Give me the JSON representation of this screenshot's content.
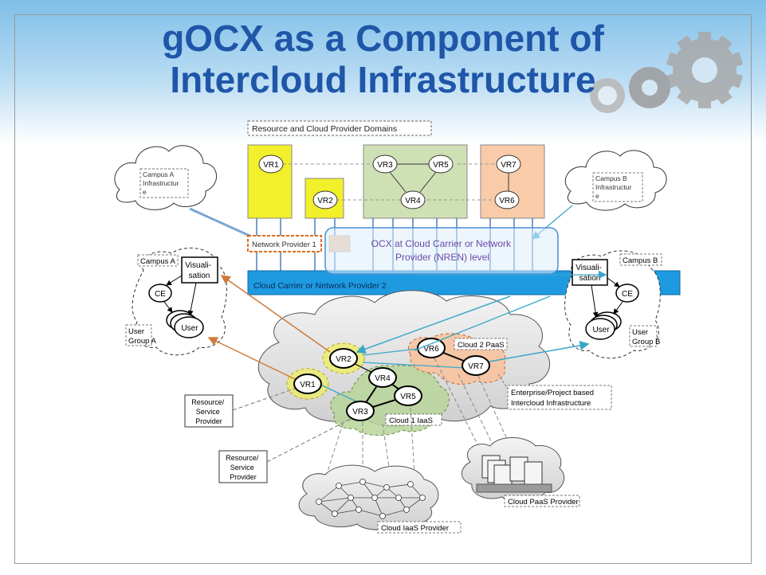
{
  "title": {
    "line1": "gOCX as a Component of",
    "line2": "Intercloud Infrastructure"
  },
  "diagram": {
    "domains_label": "Resource and Cloud Provider Domains",
    "vr_labels": [
      "VR1",
      "VR2",
      "VR3",
      "VR4",
      "VR5",
      "VR6",
      "VR7"
    ],
    "campus_a_infra": [
      "Campus A",
      "Infrastructur",
      "e"
    ],
    "campus_b_infra": [
      "Campus B",
      "Infrastructur",
      "e"
    ],
    "network_provider_1": "Network Provider 1",
    "ocx_label": [
      "OCX at Cloud Carrier or Network",
      "Provider (NREN) level"
    ],
    "cloud_carrier": "Cloud Carrier or Network Provider 2",
    "campus_a": "Campus A",
    "campus_b": "Campus B",
    "visualisation": [
      "Visuali-",
      "sation"
    ],
    "ce": "CE",
    "user": "User",
    "user_group_a": [
      "User",
      "Group A"
    ],
    "user_group_b": [
      "User",
      "Group B"
    ],
    "cloud2_paas": "Cloud 2 PaaS",
    "cloud1_iaas": "Cloud 1 IaaS",
    "enterprise": [
      "Enterprise/Project based",
      "Intercloud Infrastructure"
    ],
    "resource_provider": [
      "Resource/",
      "Service",
      "Provider"
    ],
    "cloud_iaas_provider": "Cloud IaaS Provider",
    "cloud_paas_provider": "Cloud PaaS Provider"
  },
  "colors": {
    "title": "#1f56a8",
    "carrier_band": "#1e9ae0",
    "domain_yellow": "#f2f02a",
    "domain_green": "#cfe0b4",
    "domain_peach": "#f9cba8",
    "link_blue": "#3aa6c9",
    "link_orange": "#d07a3a"
  },
  "icons": [
    "gear-icon"
  ]
}
